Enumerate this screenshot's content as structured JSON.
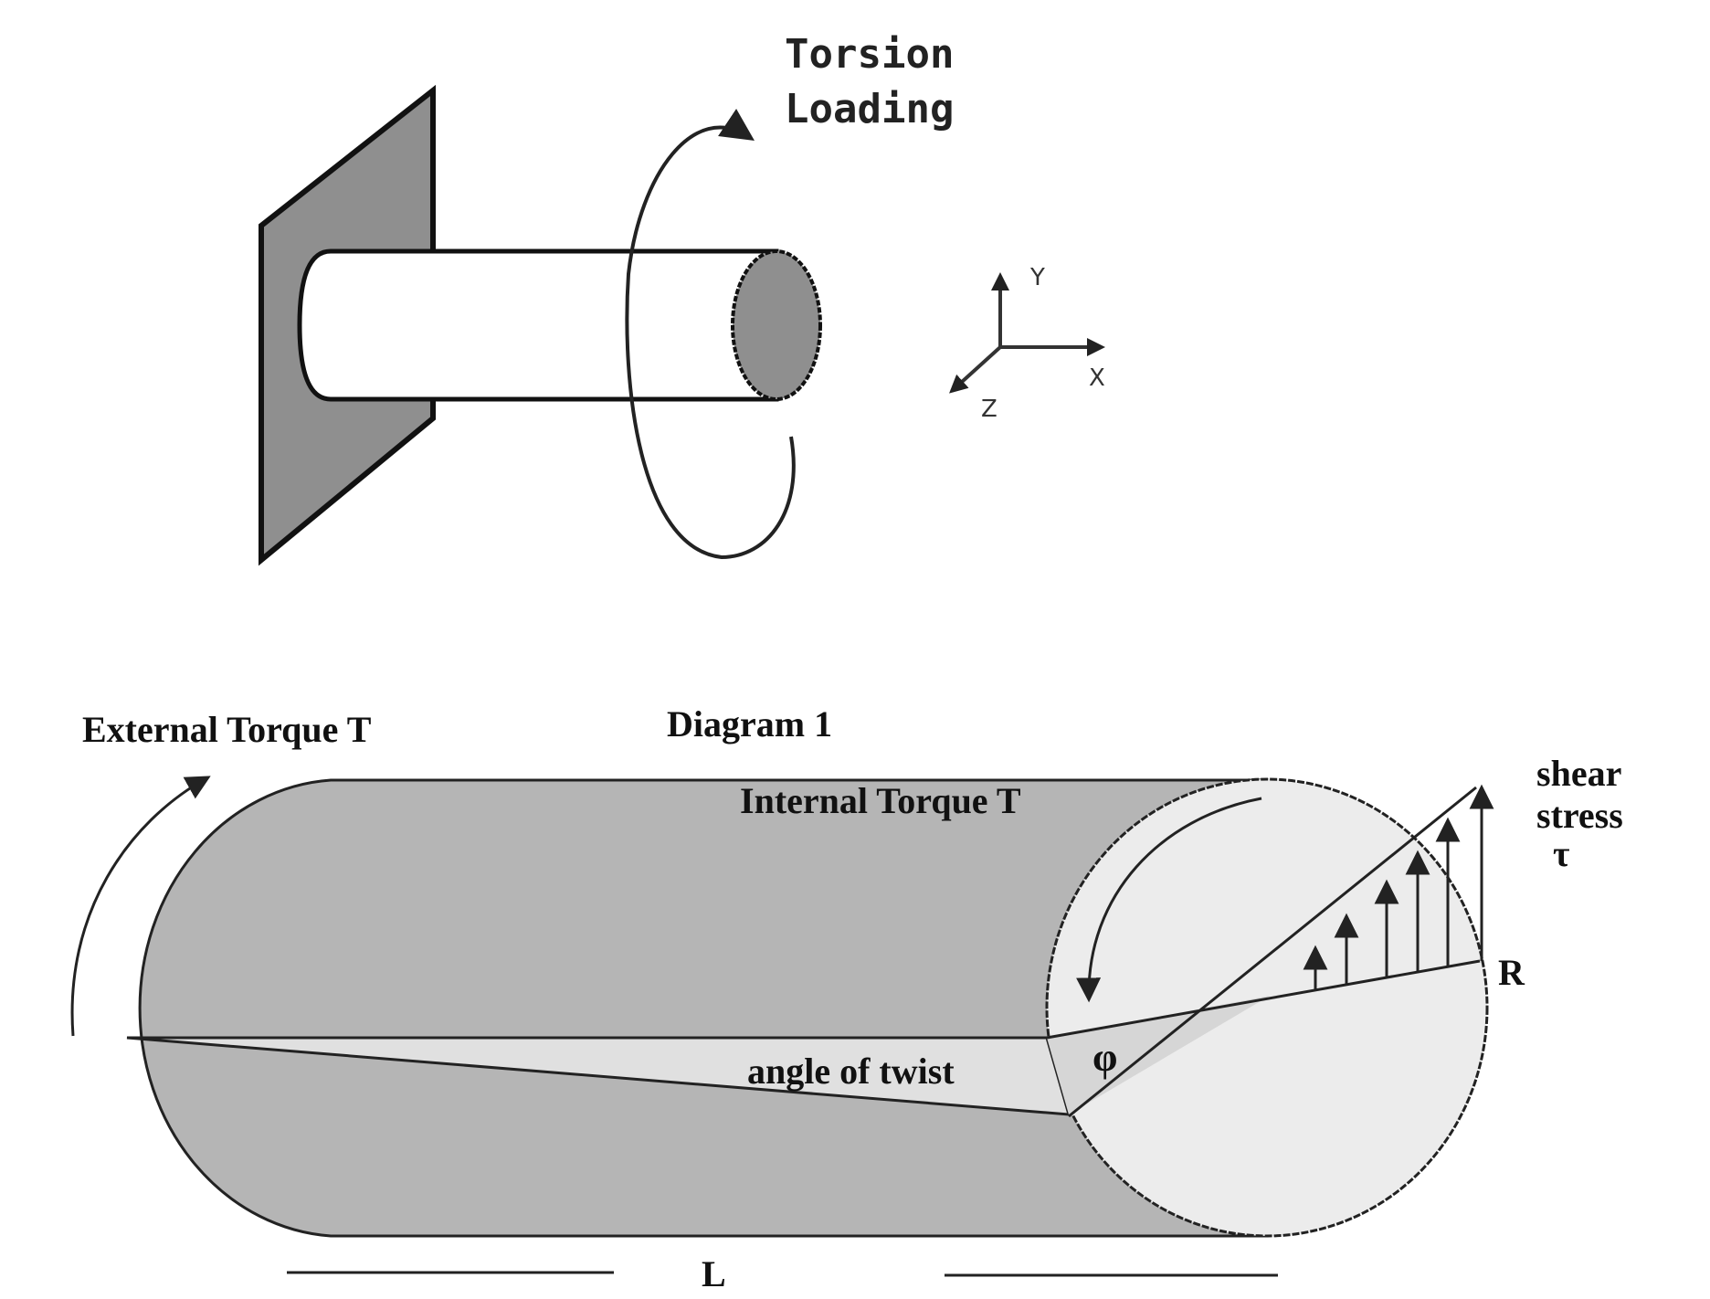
{
  "top_diagram": {
    "title_line1": "Torsion",
    "title_line2": "Loading",
    "axes": {
      "y": "Y",
      "x": "X",
      "z": "Z"
    }
  },
  "bottom_diagram": {
    "caption": "Diagram 1",
    "external_torque": "External Torque T",
    "internal_torque": "Internal Torque T",
    "angle_of_twist": "angle of twist",
    "phi": "φ",
    "shear_line1": "shear",
    "shear_line2": "stress",
    "tau": "τ",
    "radius": "R",
    "length": "L"
  },
  "colors": {
    "dark_fill": "#8f8f8f",
    "cylinder_fill": "#b5b5b5",
    "face_fill": "#ececec",
    "wedge_fill": "#dcdcdc",
    "stroke": "#222222"
  }
}
